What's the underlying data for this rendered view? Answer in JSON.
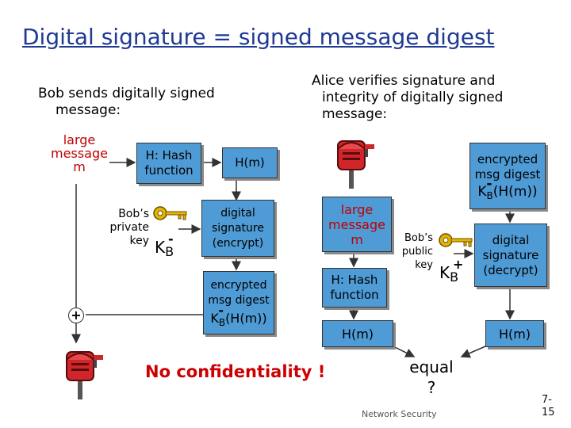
{
  "title": "Digital signature = signed message digest",
  "bob_heading": [
    "Bob sends digitally signed",
    "message:"
  ],
  "alice_heading": [
    "Alice verifies signature and",
    "integrity of digitally signed",
    "message:"
  ],
  "bob": {
    "large_message": [
      "large",
      "message",
      "m"
    ],
    "hash_function": [
      "H: Hash",
      "function"
    ],
    "hm": "H(m)",
    "private_key_label": [
      "Bob’s",
      "private",
      "key"
    ],
    "key_letter": "K",
    "key_sub": "B",
    "key_sup": "-",
    "sign": [
      "digital",
      "signature",
      "(encrypt)"
    ],
    "encrypted": [
      "encrypted",
      "msg digest"
    ],
    "encrypted_formula": "(H(m))",
    "plus": "+"
  },
  "alice": {
    "encrypted": [
      "encrypted",
      "msg digest"
    ],
    "encrypted_formula": "(H(m))",
    "large_message": [
      "large",
      "message",
      "m"
    ],
    "public_key_label": [
      "Bob’s",
      "public",
      "key"
    ],
    "key_letter": "K",
    "key_sub": "B",
    "key_sup": "+",
    "decrypt": [
      "digital",
      "signature",
      "(decrypt)"
    ],
    "hash_function": [
      "H: Hash",
      "function"
    ],
    "hm_left": "H(m)",
    "hm_right": "H(m)",
    "equal": [
      "equal",
      "?"
    ]
  },
  "no_confidentiality": "No confidentiality !",
  "footer": "Network Security",
  "page_number": [
    "7-",
    "15"
  ],
  "colors": {
    "box": "#4f9bd6",
    "title": "#1f3a93",
    "alert": "#cc0000",
    "line": "#333333"
  }
}
